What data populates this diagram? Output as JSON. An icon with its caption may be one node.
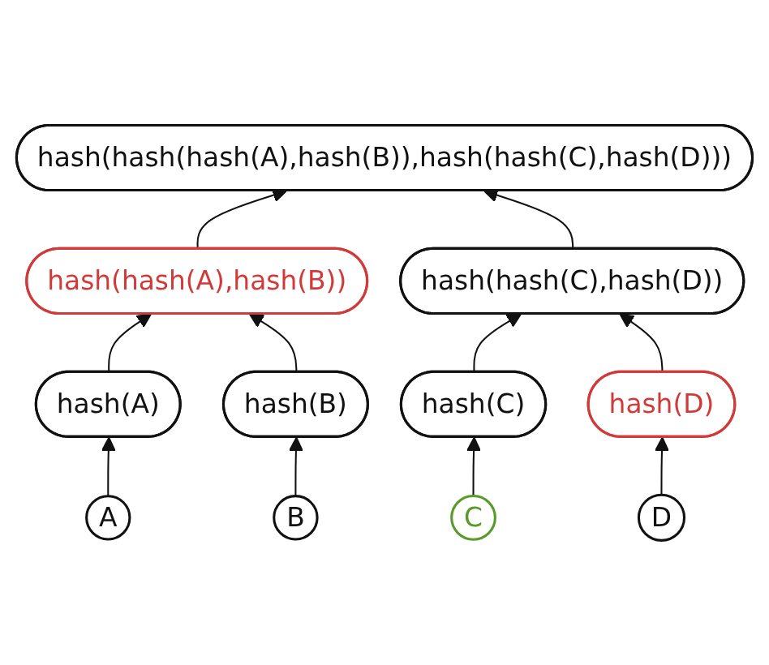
{
  "diagram": {
    "nodes": [
      {
        "text": [
          "hash(hash(hash(A),hash(B)),hash(hash(C),hash(D)))"
        ]
      },
      {
        "text": [
          "hash(hash(A),hash(B))"
        ]
      },
      {
        "text": [
          "hash(hash(C),hash(D))"
        ]
      },
      {
        "text": [
          "hash(A)"
        ]
      },
      {
        "text": [
          "hash(B)"
        ]
      },
      {
        "text": [
          "hash(C)"
        ]
      },
      {
        "text": [
          "hash(D)"
        ]
      },
      {
        "text": [
          "A"
        ]
      },
      {
        "text": [
          "B"
        ]
      },
      {
        "text": [
          "C"
        ]
      },
      {
        "text": [
          "D"
        ]
      }
    ],
    "edges": [
      {
        "from": 1,
        "to": 0,
        "arrow": "to"
      },
      {
        "from": 2,
        "to": 0,
        "arrow": "to"
      },
      {
        "from": 3,
        "to": 1,
        "arrow": "to"
      },
      {
        "from": 4,
        "to": 1,
        "arrow": "to"
      },
      {
        "from": 5,
        "to": 2,
        "arrow": "to"
      },
      {
        "from": 6,
        "to": 2,
        "arrow": "to"
      },
      {
        "from": 7,
        "to": 3,
        "arrow": "to"
      },
      {
        "from": 8,
        "to": 4,
        "arrow": "to"
      },
      {
        "from": 9,
        "to": 5,
        "arrow": "to"
      },
      {
        "from": 10,
        "to": 6,
        "arrow": "to"
      }
    ]
  }
}
